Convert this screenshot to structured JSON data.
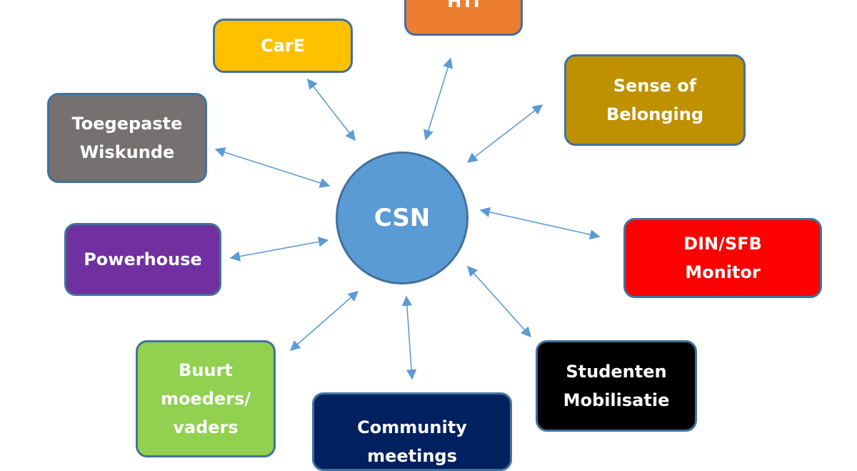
{
  "hub": {
    "label": "CSN",
    "color": "#5b9bd5"
  },
  "nodes": [
    {
      "id": "hti",
      "label": "HTI",
      "color": "#ed7d31"
    },
    {
      "id": "care",
      "label": "CarE",
      "color": "#ffc000"
    },
    {
      "id": "sob",
      "label": "Sense of\nBelonging",
      "color": "#bf9000"
    },
    {
      "id": "tw",
      "label": "Toegepaste\nWiskunde",
      "color": "#767171"
    },
    {
      "id": "din",
      "label": "DIN/SFB\nMonitor",
      "color": "#ff0000"
    },
    {
      "id": "ph",
      "label": "Powerhouse",
      "color": "#7030a0"
    },
    {
      "id": "sm",
      "label": "Studenten\nMobilisatie",
      "color": "#000000"
    },
    {
      "id": "buurt",
      "label": "Buurt\nmoeders/\nvaders",
      "color": "#92d050"
    },
    {
      "id": "cm",
      "label": "Community\nmeetings",
      "color": "#002060"
    }
  ],
  "connector": {
    "style": "double-arrow",
    "color": "#5b9bd5"
  }
}
